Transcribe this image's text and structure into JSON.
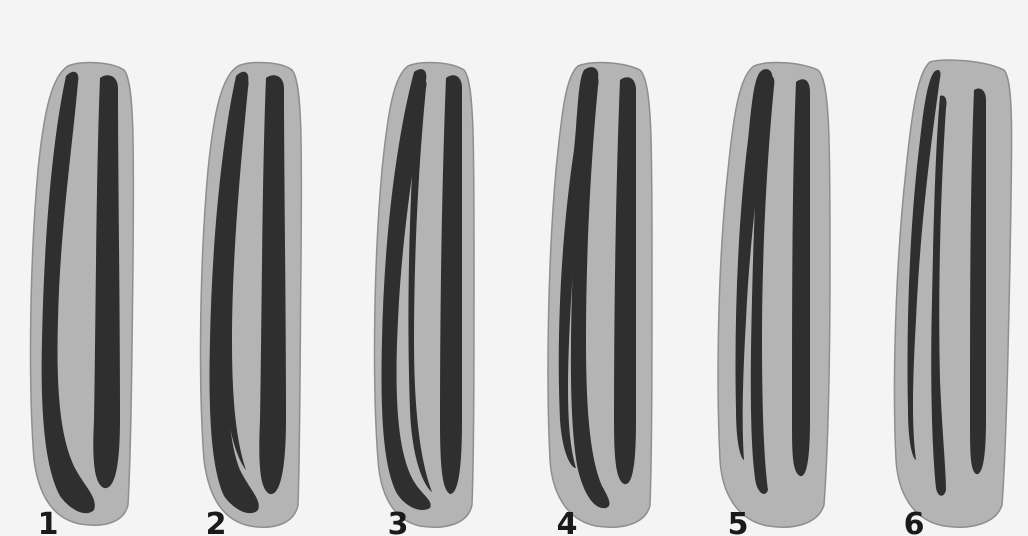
{
  "colors": {
    "paper": "#f4f4f4",
    "body_fill": "#b4b4b4",
    "body_edge": "#8e8e8e",
    "band": "#2f2f2f",
    "label": "#1a1a1a"
  },
  "figures": [
    {
      "label": "1"
    },
    {
      "label": "2"
    },
    {
      "label": "3"
    },
    {
      "label": "4"
    },
    {
      "label": "5"
    },
    {
      "label": "6"
    }
  ]
}
